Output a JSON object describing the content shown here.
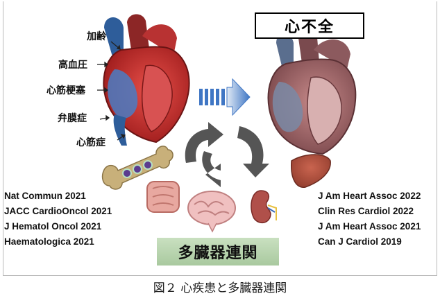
{
  "risk_factors": [
    "加齢",
    "高血圧",
    "心筋梗塞",
    "弁膜症",
    "心筋症"
  ],
  "heart_failure_label": "心不全",
  "organ_linkage_label": "多臓器連関",
  "left_references": [
    "Nat Commun 2021",
    "JACC CardioOncol 2021",
    "J Hematol Oncol 2021",
    "Haematologica 2021"
  ],
  "right_references": [
    "J Am Heart Assoc 2022",
    "Clin Res Cardiol 2022",
    "J Am Heart Assoc 2021",
    "Can J Cardiol 2019"
  ],
  "caption": "図２ 心疾患と多臓器連関",
  "icons": [
    "healthy-heart-icon",
    "failing-heart-icon",
    "progression-arrow-icon",
    "cycle-arrows-icon",
    "bone-marrow-icon",
    "intestine-icon",
    "brain-icon",
    "kidney-icon",
    "liver-icon"
  ]
}
